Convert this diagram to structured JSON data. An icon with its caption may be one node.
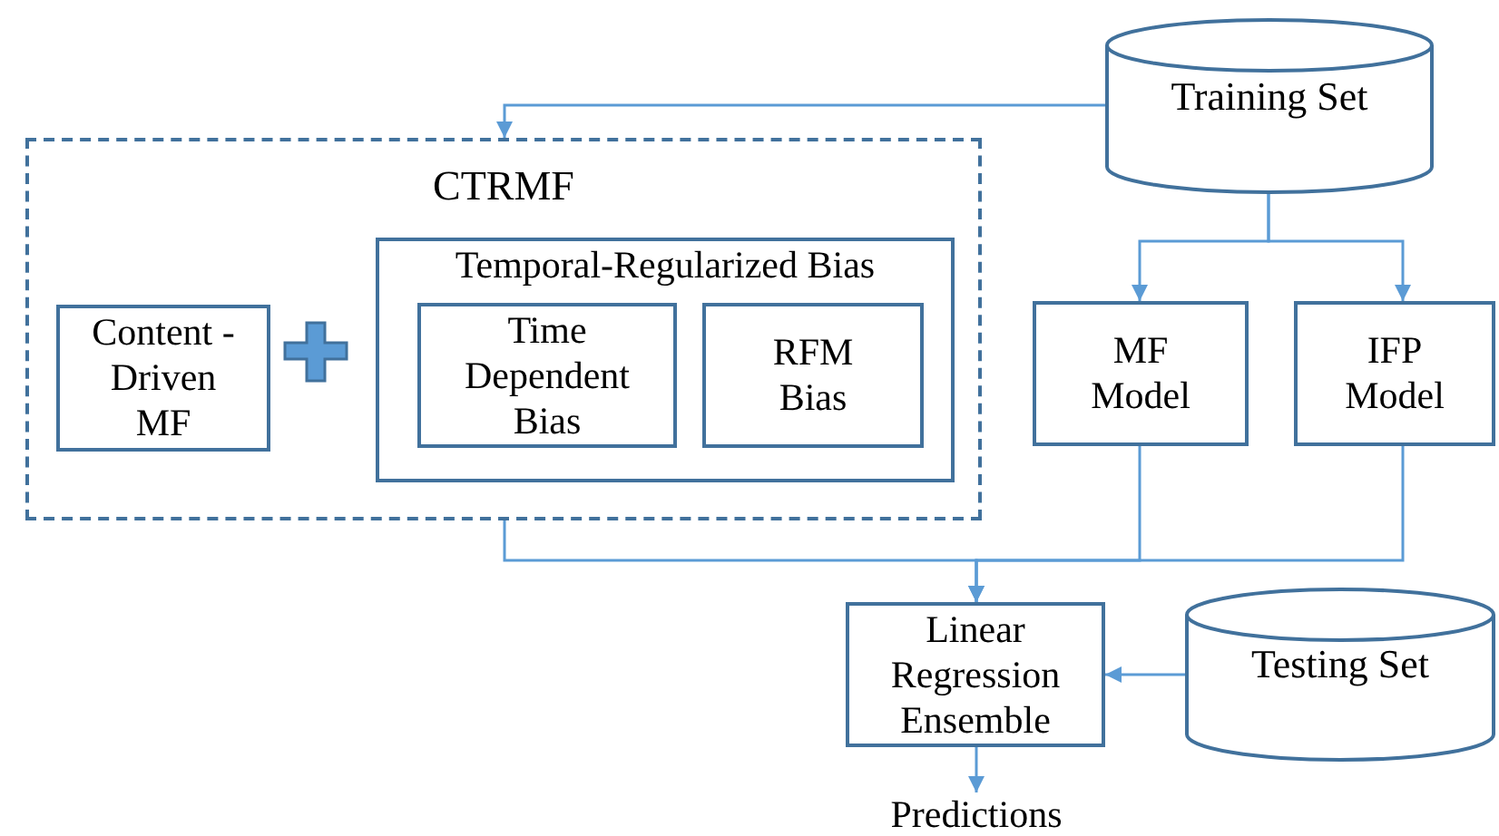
{
  "diagram": {
    "nodes": [
      {
        "text": [
          "Training Set"
        ]
      },
      {
        "text": [
          "CTRMF"
        ]
      },
      {
        "text": [
          "Content -Driven MF"
        ],
        "in": 1
      },
      {
        "text": [
          "Temporal-Regularized Bias"
        ],
        "in": 1
      },
      {
        "text": [
          "Time Dependent Bias"
        ],
        "in": 3
      },
      {
        "text": [
          "RFM Bias"
        ],
        "in": 3
      },
      {
        "text": [
          "MF Model"
        ]
      },
      {
        "text": [
          "IFP Model"
        ]
      },
      {
        "text": [
          "Linear Regression Ensemble"
        ]
      },
      {
        "text": [
          "Testing Set"
        ]
      },
      {
        "text": [
          "Predictions"
        ]
      }
    ],
    "edges": [
      {
        "from": 0,
        "to": 1,
        "arrow": "to"
      },
      {
        "from": 0,
        "to": 6,
        "arrow": "to"
      },
      {
        "from": 0,
        "to": 7,
        "arrow": "to"
      },
      {
        "from": 1,
        "to": 8,
        "arrow": "to"
      },
      {
        "from": 6,
        "to": 8,
        "arrow": "to"
      },
      {
        "from": 7,
        "to": 8,
        "arrow": "to"
      },
      {
        "from": 9,
        "to": 8,
        "arrow": "to"
      },
      {
        "from": 8,
        "to": 10,
        "arrow": "to"
      }
    ]
  }
}
